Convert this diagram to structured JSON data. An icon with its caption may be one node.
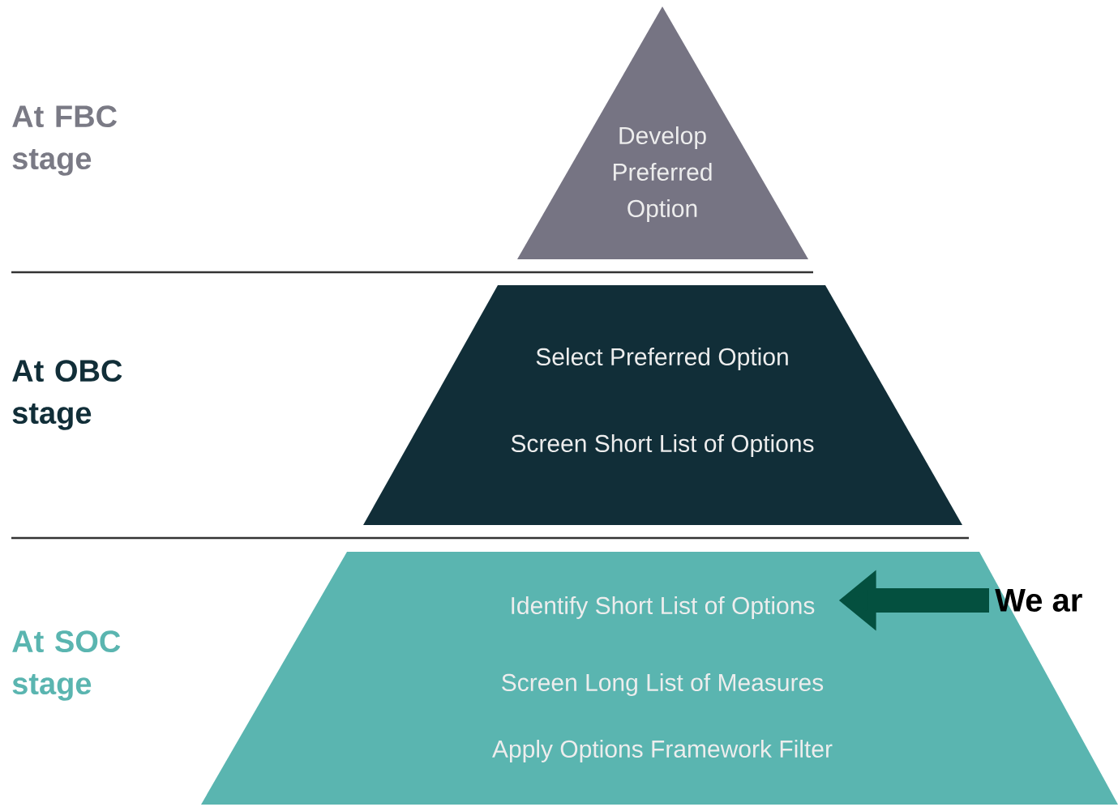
{
  "diagram": {
    "nodes": [
      {
        "text": [
          "Develop Preferred Option"
        ]
      },
      {
        "text": [
          "Select Preferred Option",
          "Screen Short List of Options"
        ]
      },
      {
        "text": [
          "Identify Short List of Options",
          "Screen Long List of Measures",
          "Apply Options Framework Filter"
        ]
      },
      {
        "text": [
          "We ar"
        ]
      }
    ],
    "edges": [
      {
        "from": 3,
        "to": 2,
        "arrow": "to"
      }
    ],
    "labels": [
      "At FBC stage",
      "At OBC stage",
      "At SOC stage"
    ]
  }
}
